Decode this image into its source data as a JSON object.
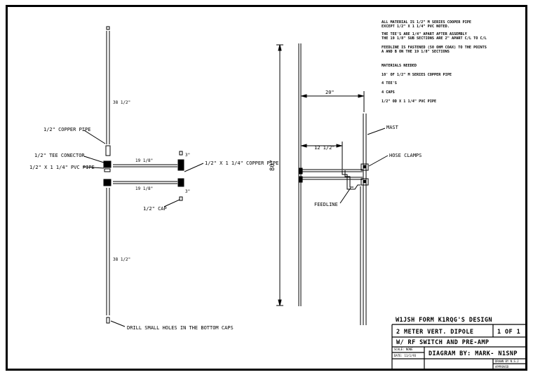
{
  "notes": [
    "ALL MATERIAL IS 1/2\" M SERIES COOPER PIPE",
    "EXCEPT 1/2\" X 1 1/4\" PVC NOTED.",
    "THE TEE'S ARE 1/4\" APART AFTER ASSEMBLY",
    "THE 19 1/8\" SUB SECTIONS ARE 2\" APART C/L TO C/L",
    "FEEDLINE IS FASTENED (50 OHM COAX) TO THE POINTS",
    "A AND B ON THE 19 1/8\" SECTIONS"
  ],
  "materials": {
    "heading": "MATERIALS NEEDED",
    "items": [
      "10' OF 1/2\" M SERIES COPPER PIPE",
      "4 TEE'S",
      "4 CAPS",
      "1/2\" OD X 1 1/4\" PVC PIPE"
    ]
  },
  "left_view": {
    "upper_length": "38 1/2\"",
    "lower_length": "38 1/2\"",
    "stub_upper": "19 1/8\"",
    "stub_lower": "19 1/8\"",
    "tee_upper_dim": "3\"",
    "tee_lower_dim": "3\"",
    "label_copper_pipe": "1/2\" COPPER PIPE",
    "label_tee": "1/2\" TEE CONECTOR",
    "label_pvc": "1/2\" X 1 1/4\" PVC PIPE",
    "label_copper_right": "1/2\" X 1 1/4\" COPPER PIPE",
    "label_cap": "1/2\" CAP",
    "label_drill": "DRILL SMALL HOLES IN THE BOTTOM CAPS"
  },
  "right_view": {
    "total_height": "80\"",
    "standoff": "20\"",
    "inner_dim": "12 1/2\"",
    "label_mast": "MAST",
    "label_clamps": "HOSE CLAMPS",
    "label_feedline": "FEEDLINE"
  },
  "title_block": {
    "header": "W1JSH FORM K1RQG'S DESIGN",
    "title": "2 METER VERT. DIPOLE",
    "sheet": "1 OF 1",
    "subtitle": "W/ RF SWITCH AND PRE-AMP",
    "scale_label": "SCALE: NONE",
    "date_label": "DATE: 11/1/93",
    "drawn_by": "DIAGRAM BY: MARK- N1SNP",
    "checked": "DRAWN BY N.S.J",
    "approved": "APPROVED"
  }
}
